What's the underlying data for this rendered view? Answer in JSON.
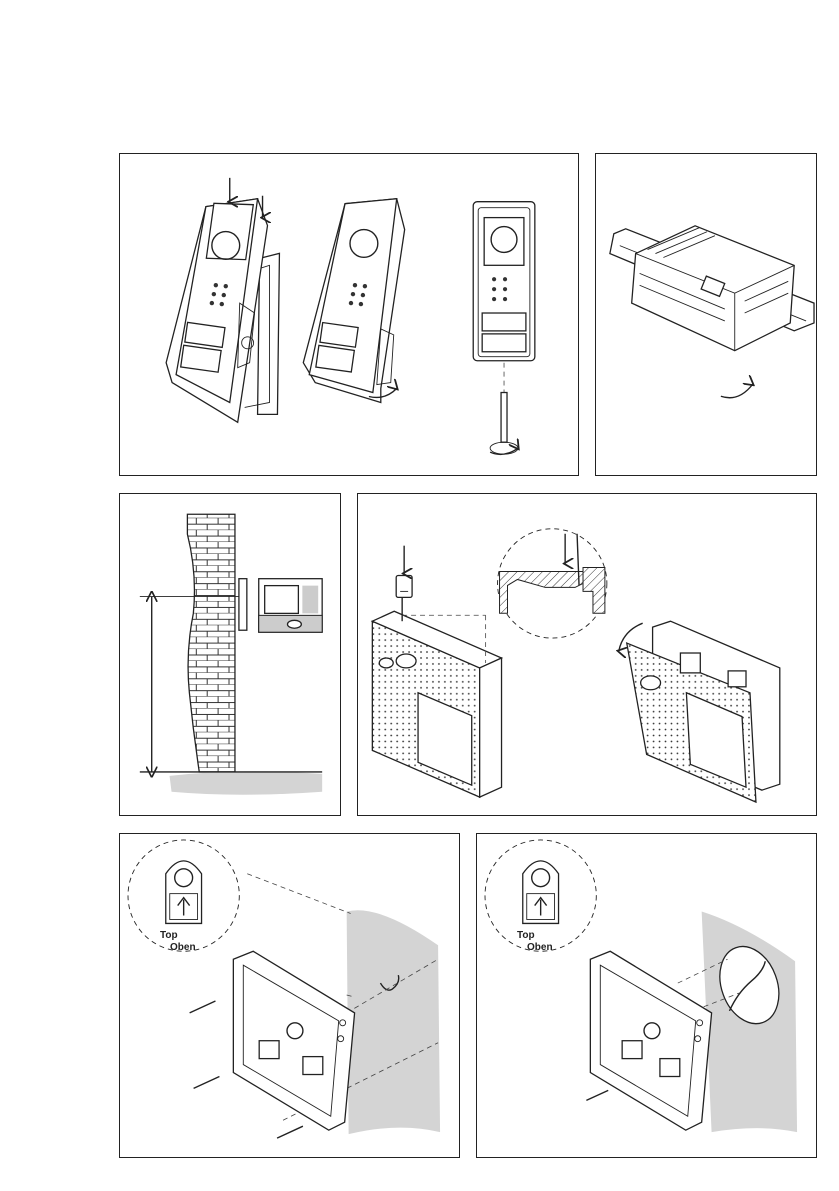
{
  "figures": {
    "fig5": {
      "label_top": "Top",
      "label_bottom": "Oben"
    },
    "fig6": {
      "label_top": "Top",
      "label_bottom": "Oben"
    }
  }
}
